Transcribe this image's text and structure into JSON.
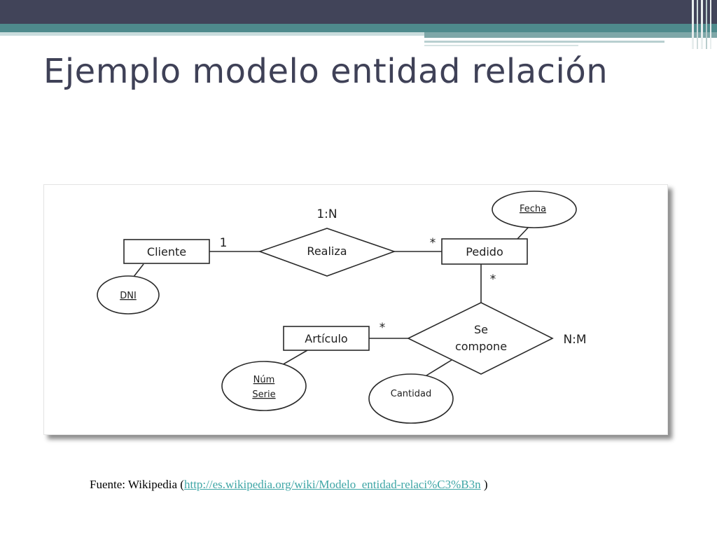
{
  "slide": {
    "title": "Ejemplo modelo entidad relación",
    "colors": {
      "dark_band": "#414459",
      "teal_band": "#4e8a8c",
      "title_text": "#3f4157",
      "link": "#3fa6a6"
    }
  },
  "diagram": {
    "entities": {
      "cliente": "Cliente",
      "pedido": "Pedido",
      "articulo": "Artículo"
    },
    "relationships": {
      "realiza": "Realiza",
      "se_compone_line1": "Se",
      "se_compone_line2": "compone"
    },
    "attributes": {
      "dni": "DNI",
      "fecha": "Fecha",
      "num_serie_line1": "Núm",
      "num_serie_line2": "Serie",
      "cantidad": "Cantidad"
    },
    "cardinalities": {
      "realiza_type": "1:N",
      "cliente_side": "1",
      "pedido_side": "*",
      "pedido_compone_side": "*",
      "articulo_side": "*",
      "compone_type": "N:M"
    }
  },
  "source": {
    "prefix": "Fuente: Wikipedia (",
    "link_text": "http://es.wikipedia.org/wiki/Modelo_entidad-relaci%C3%B3n",
    "suffix": " )"
  }
}
